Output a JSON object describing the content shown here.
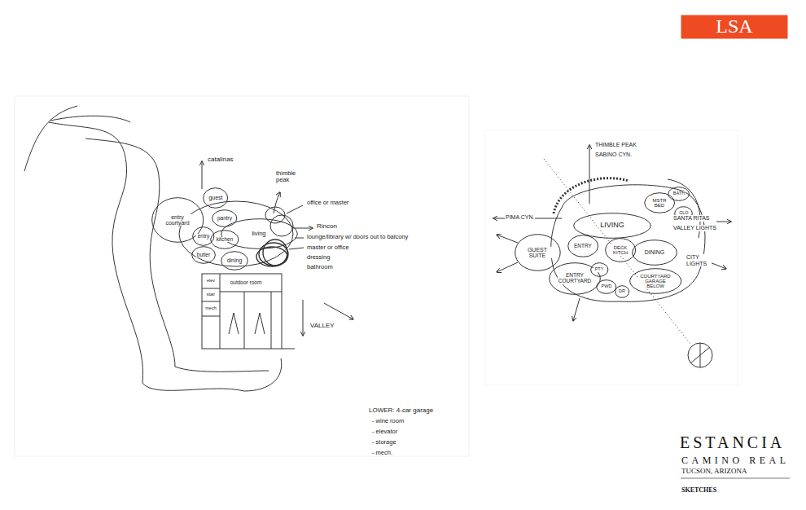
{
  "diagram": {
    "title": "ESTANCIA",
    "nodes": [
      {
        "text": [
          "LSA"
        ]
      },
      {
        "text": [
          "entry courtyard"
        ]
      },
      {
        "text": [
          "guest"
        ]
      },
      {
        "text": [
          "pantry"
        ]
      },
      {
        "text": [
          "entry"
        ]
      },
      {
        "text": [
          "kitchen"
        ]
      },
      {
        "text": [
          "butler"
        ]
      },
      {
        "text": [
          "dining"
        ]
      },
      {
        "text": [
          "living"
        ]
      },
      {
        "text": [
          "outdoor room"
        ]
      },
      {
        "text": [
          "elev"
        ]
      },
      {
        "text": [
          "stair"
        ]
      },
      {
        "text": [
          "mech"
        ]
      },
      {
        "text": [
          "LIVING"
        ]
      },
      {
        "text": [
          "GUEST SUITE"
        ]
      },
      {
        "text": [
          "ENTRY"
        ]
      },
      {
        "text": [
          "DECK KITCH"
        ]
      },
      {
        "text": [
          "DINING"
        ]
      },
      {
        "text": [
          "ENTRY COURTYARD"
        ]
      },
      {
        "text": [
          "PTY"
        ]
      },
      {
        "text": [
          "PWD"
        ]
      },
      {
        "text": [
          "DR"
        ]
      },
      {
        "text": [
          "COURTYARD GARAGE BELOW"
        ]
      },
      {
        "text": [
          "MSTR BED"
        ]
      },
      {
        "text": [
          "CLO"
        ]
      },
      {
        "text": [
          "BATH"
        ]
      }
    ],
    "labels": [
      "catalinas",
      "thimble peak",
      "office or master",
      "Rincon",
      "lounge/library w/ doors out to balcony",
      "master or office",
      "dressing",
      "bathroom",
      "VALLEY",
      "LOWER: 4-car garage",
      "- wine room",
      "- elevator",
      "- storage",
      "- mech.",
      "THIMBLE PEAK",
      "SABINO CYN.",
      "PIMA CYN.",
      "SANTA RITAS",
      "VALLEY LIGHTS",
      "CITY LIGHTS",
      "CAMINO REAL",
      "TUCSON, ARIZONA",
      "SKETCHES"
    ]
  }
}
